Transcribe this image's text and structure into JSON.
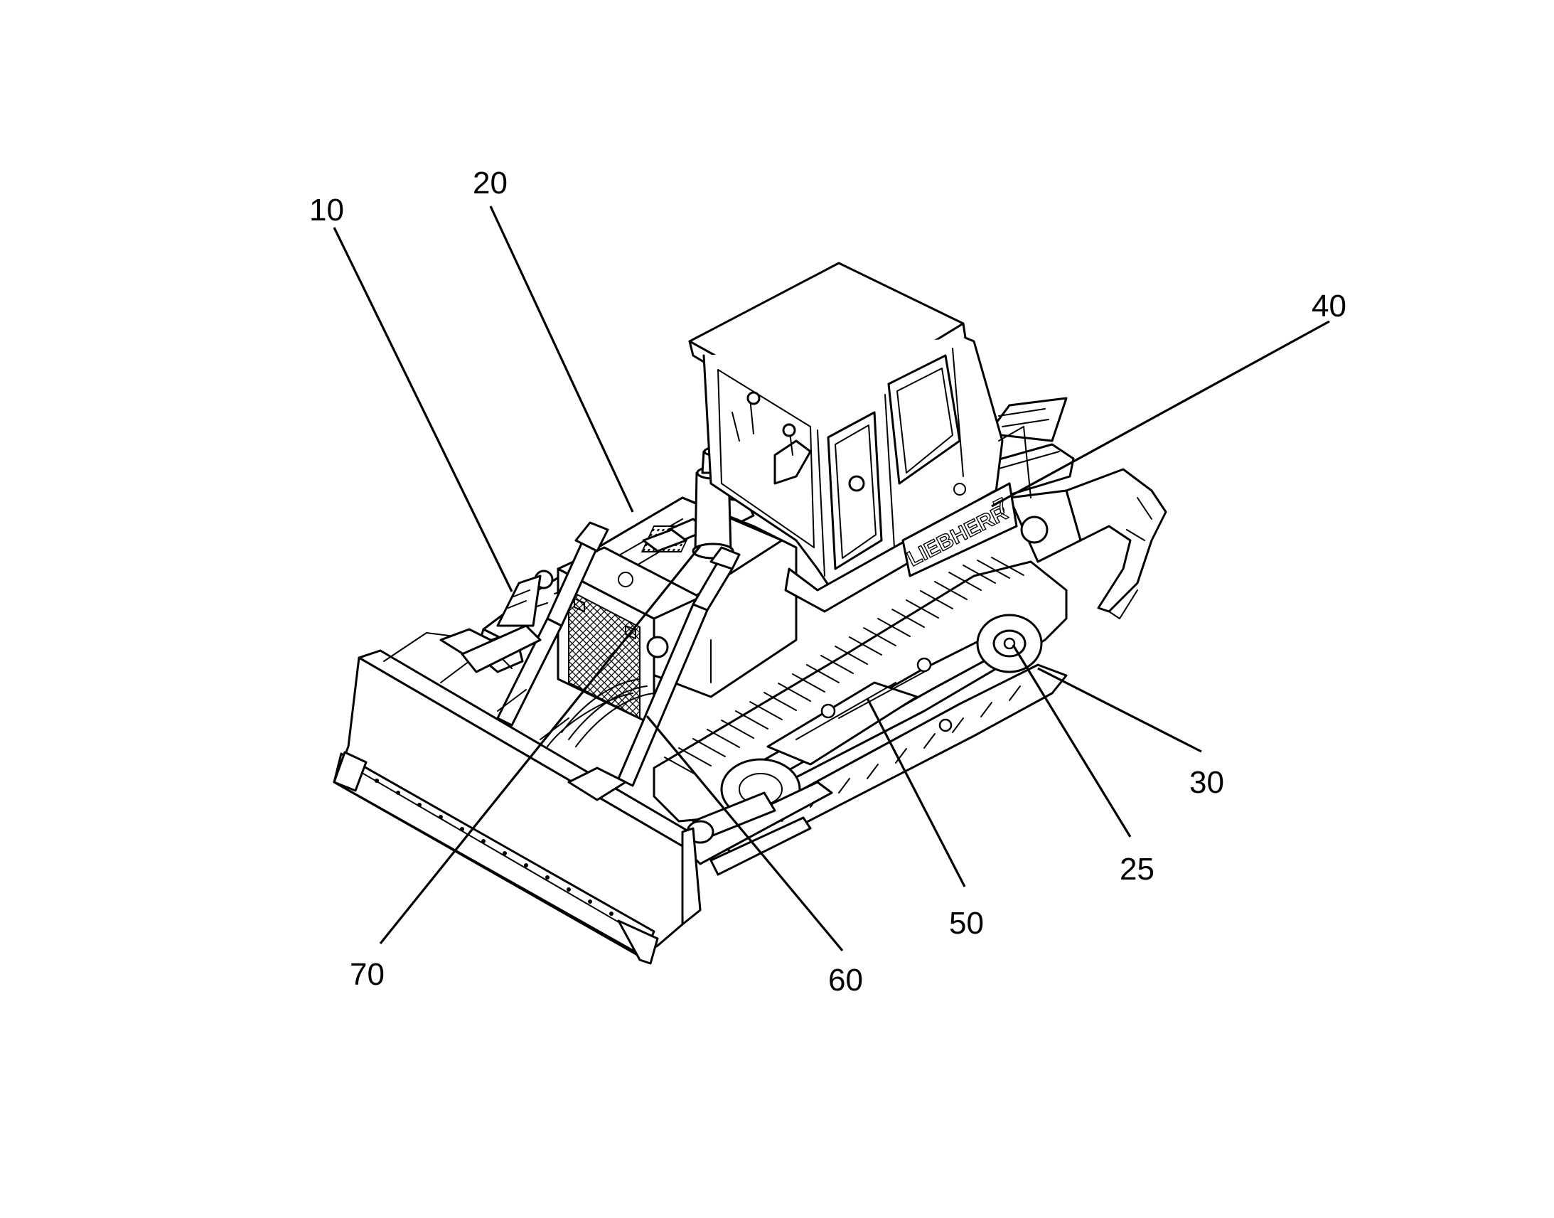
{
  "figure": {
    "brand_text": "LIEBHERR",
    "model_text": "7",
    "labels": {
      "ref_10": "10",
      "ref_20": "20",
      "ref_25": "25",
      "ref_30": "30",
      "ref_40": "40",
      "ref_50": "50",
      "ref_60": "60",
      "ref_70": "70"
    }
  }
}
